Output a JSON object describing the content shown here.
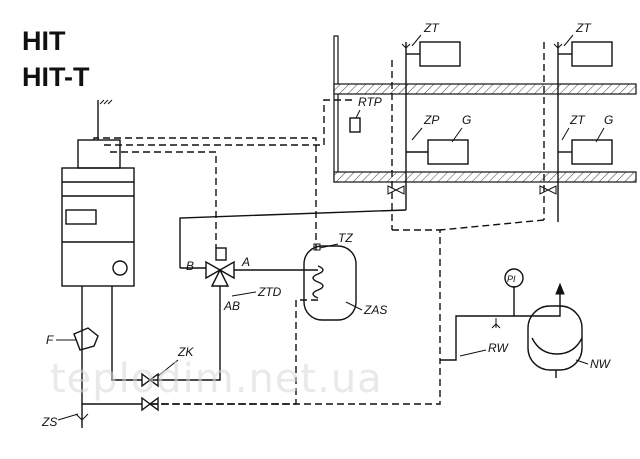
{
  "titles": [
    "HIT",
    "HIT-T"
  ],
  "labels": {
    "zt_top_1": "ZT",
    "zt_top_2": "ZT",
    "rtp": "RTP",
    "zp": "ZP",
    "g_1": "G",
    "zt_mid_2": "ZT",
    "g_2": "G",
    "tz": "TZ",
    "b": "B",
    "a": "A",
    "ab": "AB",
    "ztd": "ZTD",
    "zas": "ZAS",
    "pi": "PI",
    "rw": "RW",
    "nw": "NW",
    "f": "F",
    "zk": "ZK",
    "zs": "ZS"
  },
  "watermark": "teplodim.net.ua"
}
